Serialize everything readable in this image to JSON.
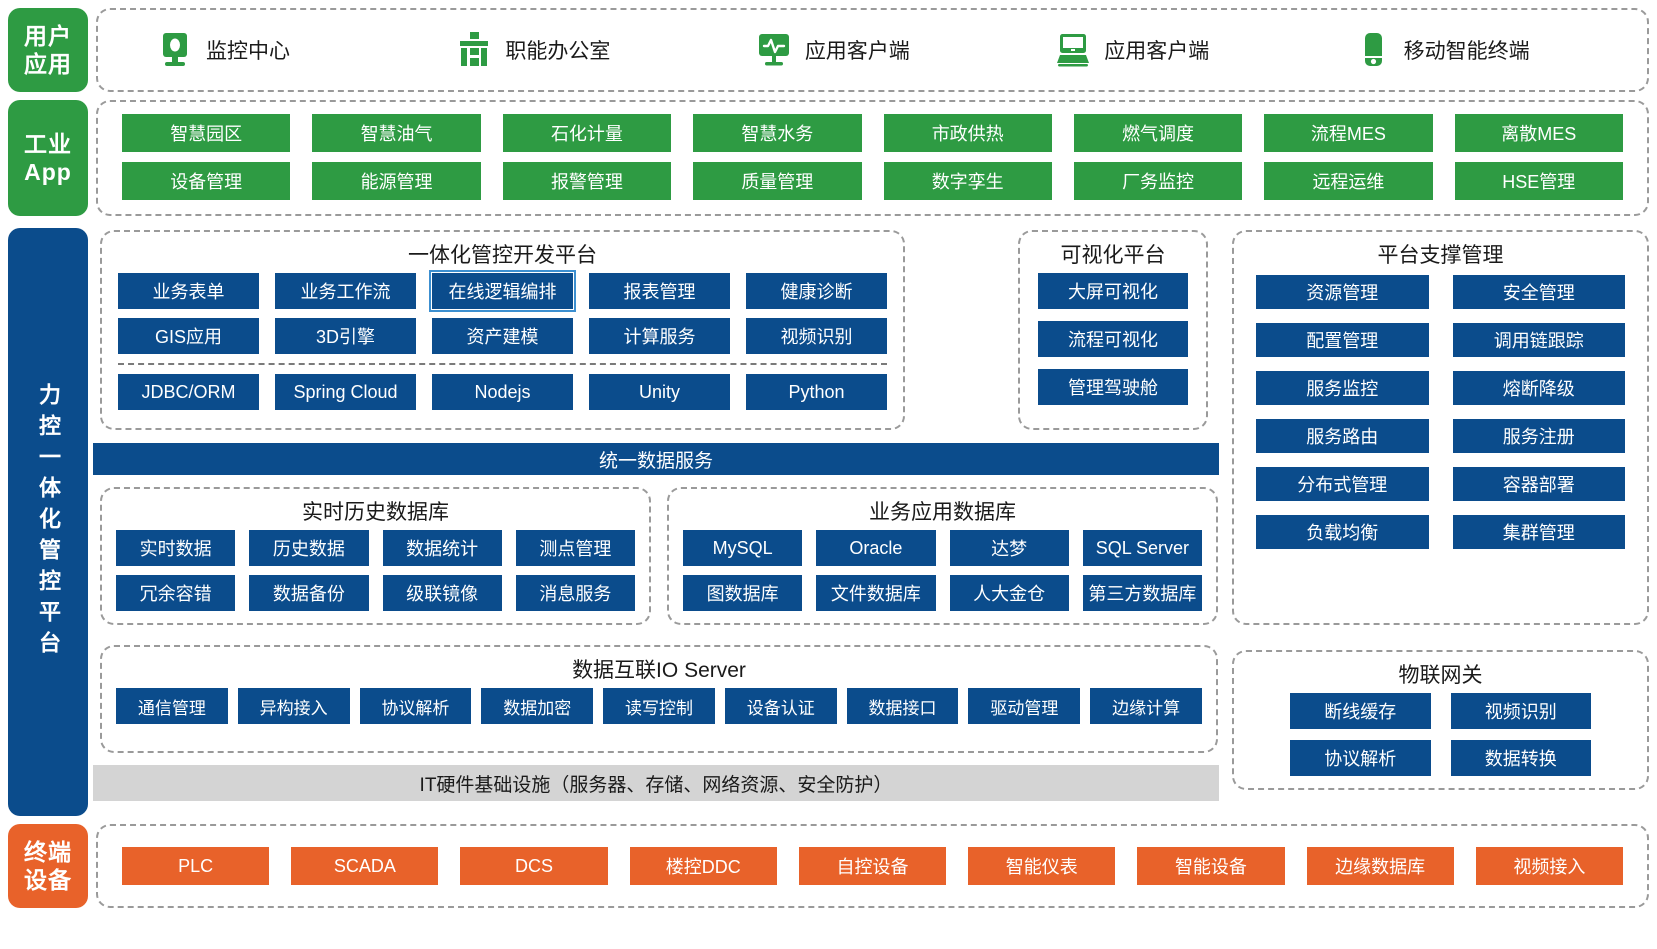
{
  "rails": {
    "user_application": "用户\n应用",
    "industrial_app": "工业\nApp",
    "platform": "力控一体化管控平台",
    "terminal_device": "终端\n设备"
  },
  "user_application": {
    "items": [
      {
        "icon": "monitoring-center-icon",
        "label": "监控中心"
      },
      {
        "icon": "function-office-icon",
        "label": "职能办公室"
      },
      {
        "icon": "application-client-monitor-icon",
        "label": "应用客户端"
      },
      {
        "icon": "application-client-laptop-icon",
        "label": "应用客户端"
      },
      {
        "icon": "mobile-smart-terminal-icon",
        "label": "移动智能终端"
      }
    ]
  },
  "industrial_app": {
    "items": [
      "智慧园区",
      "智慧油气",
      "石化计量",
      "智慧水务",
      "市政供热",
      "燃气调度",
      "流程MES",
      "离散MES",
      "设备管理",
      "能源管理",
      "报警管理",
      "质量管理",
      "数字孪生",
      "厂务监控",
      "远程运维",
      "HSE管理"
    ]
  },
  "dev_platform": {
    "title": "一体化管控开发平台",
    "upper": [
      "业务表单",
      "业务工作流",
      "在线逻辑编排",
      "报表管理",
      "健康诊断",
      "GIS应用",
      "3D引擎",
      "资产建模",
      "计算服务",
      "视频识别"
    ],
    "highlighted": "在线逻辑编排",
    "lower": [
      "JDBC/ORM",
      "Spring Cloud",
      "Nodejs",
      "Unity",
      "Python"
    ]
  },
  "viz_platform": {
    "title": "可视化平台",
    "items": [
      "大屏可视化",
      "流程可视化",
      "管理驾驶舱"
    ]
  },
  "platform_support": {
    "title": "平台支撑管理",
    "items": [
      "资源管理",
      "安全管理",
      "配置管理",
      "调用链跟踪",
      "服务监控",
      "熔断降级",
      "服务路由",
      "服务注册",
      "分布式管理",
      "容器部署",
      "负载均衡",
      "集群管理"
    ]
  },
  "unified_data_service": {
    "label": "统一数据服务"
  },
  "realtime_history_db": {
    "title": "实时历史数据库",
    "items": [
      "实时数据",
      "历史数据",
      "数据统计",
      "测点管理",
      "冗余容错",
      "数据备份",
      "级联镜像",
      "消息服务"
    ]
  },
  "business_app_db": {
    "title": "业务应用数据库",
    "items": [
      "MySQL",
      "Oracle",
      "达梦",
      "SQL Server",
      "图数据库",
      "文件数据库",
      "人大金仓",
      "第三方数据库"
    ]
  },
  "io_server": {
    "title": "数据互联IO Server",
    "items": [
      "通信管理",
      "异构接入",
      "协议解析",
      "数据加密",
      "读写控制",
      "设备认证",
      "数据接口",
      "驱动管理",
      "边缘计算"
    ]
  },
  "iot_gateway": {
    "title": "物联网关",
    "items": [
      "断线缓存",
      "视频识别",
      "协议解析",
      "数据转换"
    ]
  },
  "it_hardware": {
    "label": "IT硬件基础设施（服务器、存储、网络资源、安全防护）"
  },
  "terminal_device": {
    "items": [
      "PLC",
      "SCADA",
      "DCS",
      "楼控DDC",
      "自控设备",
      "智能仪表",
      "智能设备",
      "边缘数据库",
      "视频接入"
    ]
  },
  "colors": {
    "green": "#2E9B43",
    "blue": "#0B4C8C",
    "orange": "#E8622A",
    "gray_bar": "#D4D4D4",
    "dashed_border": "#9A9A9A",
    "highlight_outline": "#3C8FD0"
  }
}
